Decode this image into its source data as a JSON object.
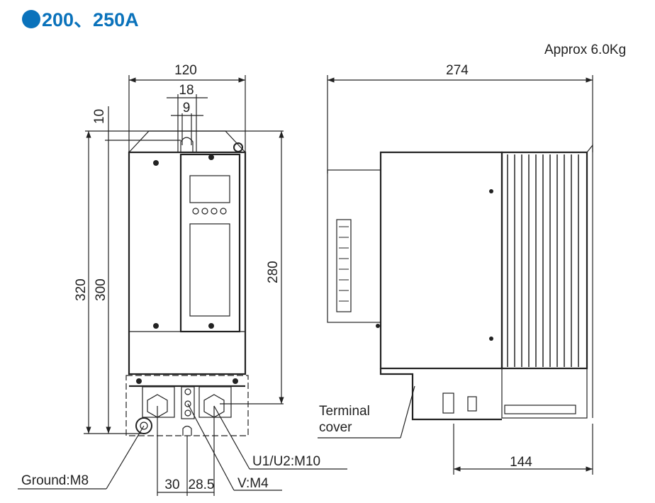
{
  "title": "200、250A",
  "accent_color": "#0a72bb",
  "weight": "Approx 6.0Kg",
  "front_view": {
    "dims": {
      "width": "120",
      "slot_outer": "18",
      "slot_inner": "9",
      "top_offset": "10",
      "height_total": "320",
      "height_mount": "300",
      "height_terminal": "280",
      "pitch_left": "30",
      "pitch_right": "28.5"
    },
    "labels": {
      "ground": "Ground:M8",
      "v_terminal": "V:M4",
      "u_terminal": "U1/U2:M10"
    }
  },
  "side_view": {
    "dims": {
      "depth": "274",
      "bottom_depth": "144"
    },
    "labels": {
      "terminal_cover_1": "Terminal",
      "terminal_cover_2": "cover"
    }
  }
}
